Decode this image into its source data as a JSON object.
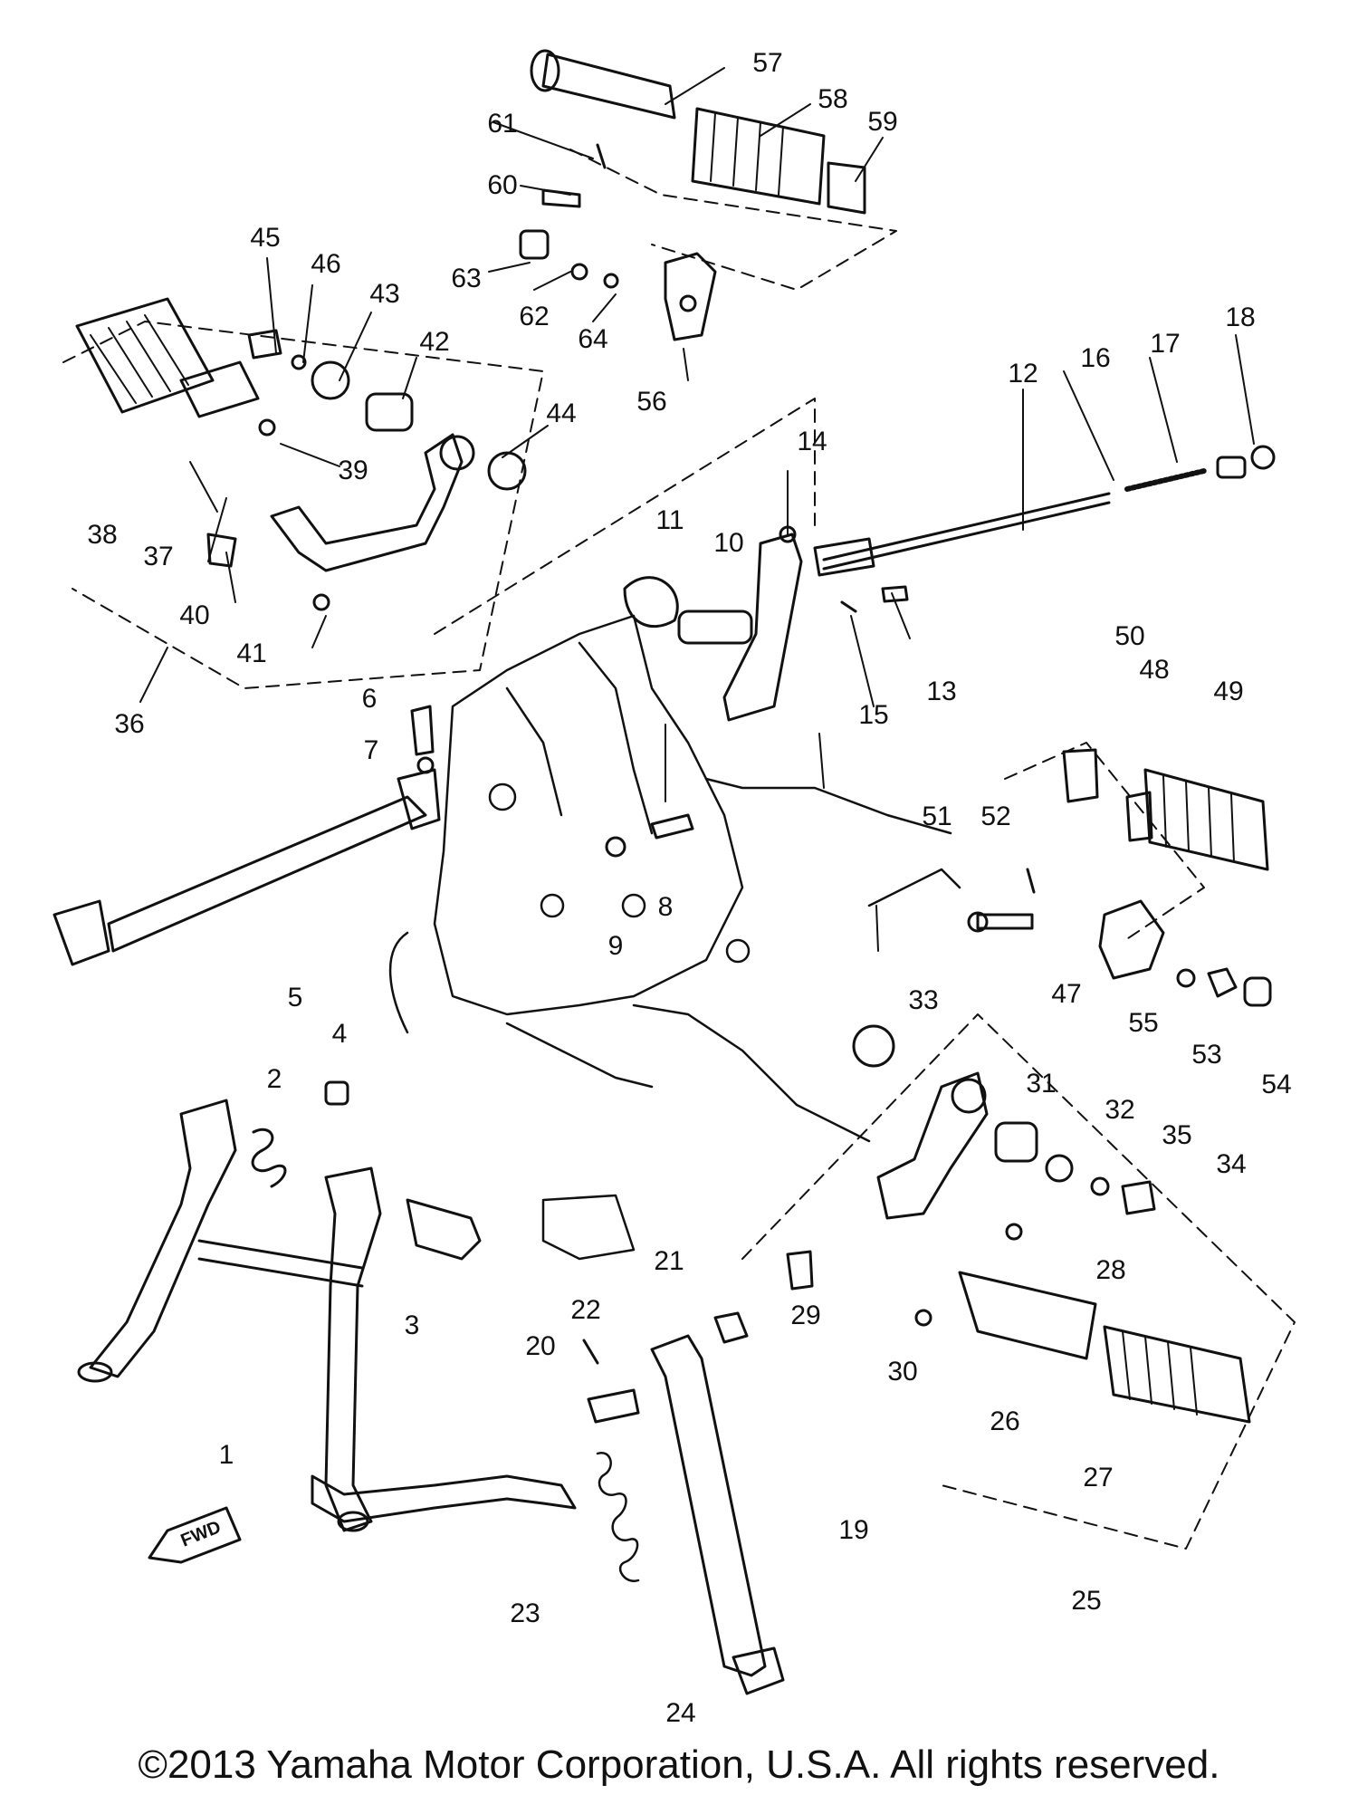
{
  "diagram": {
    "callouts": [
      "1",
      "2",
      "3",
      "4",
      "5",
      "6",
      "7",
      "8",
      "9",
      "10",
      "11",
      "12",
      "13",
      "14",
      "15",
      "16",
      "17",
      "18",
      "19",
      "20",
      "21",
      "22",
      "23",
      "24",
      "25",
      "26",
      "27",
      "28",
      "29",
      "30",
      "31",
      "32",
      "33",
      "34",
      "35",
      "36",
      "37",
      "38",
      "39",
      "40",
      "41",
      "42",
      "43",
      "44",
      "45",
      "46",
      "47",
      "48",
      "49",
      "50",
      "51",
      "52",
      "53",
      "54",
      "55",
      "56",
      "57",
      "58",
      "59",
      "60",
      "61",
      "62",
      "63",
      "64"
    ],
    "direction_marker": "FWD",
    "copyright": "©2013 Yamaha Motor Corporation, U.S.A. All rights reserved."
  },
  "colors": {
    "ink": "#111111",
    "background": "#ffffff"
  }
}
